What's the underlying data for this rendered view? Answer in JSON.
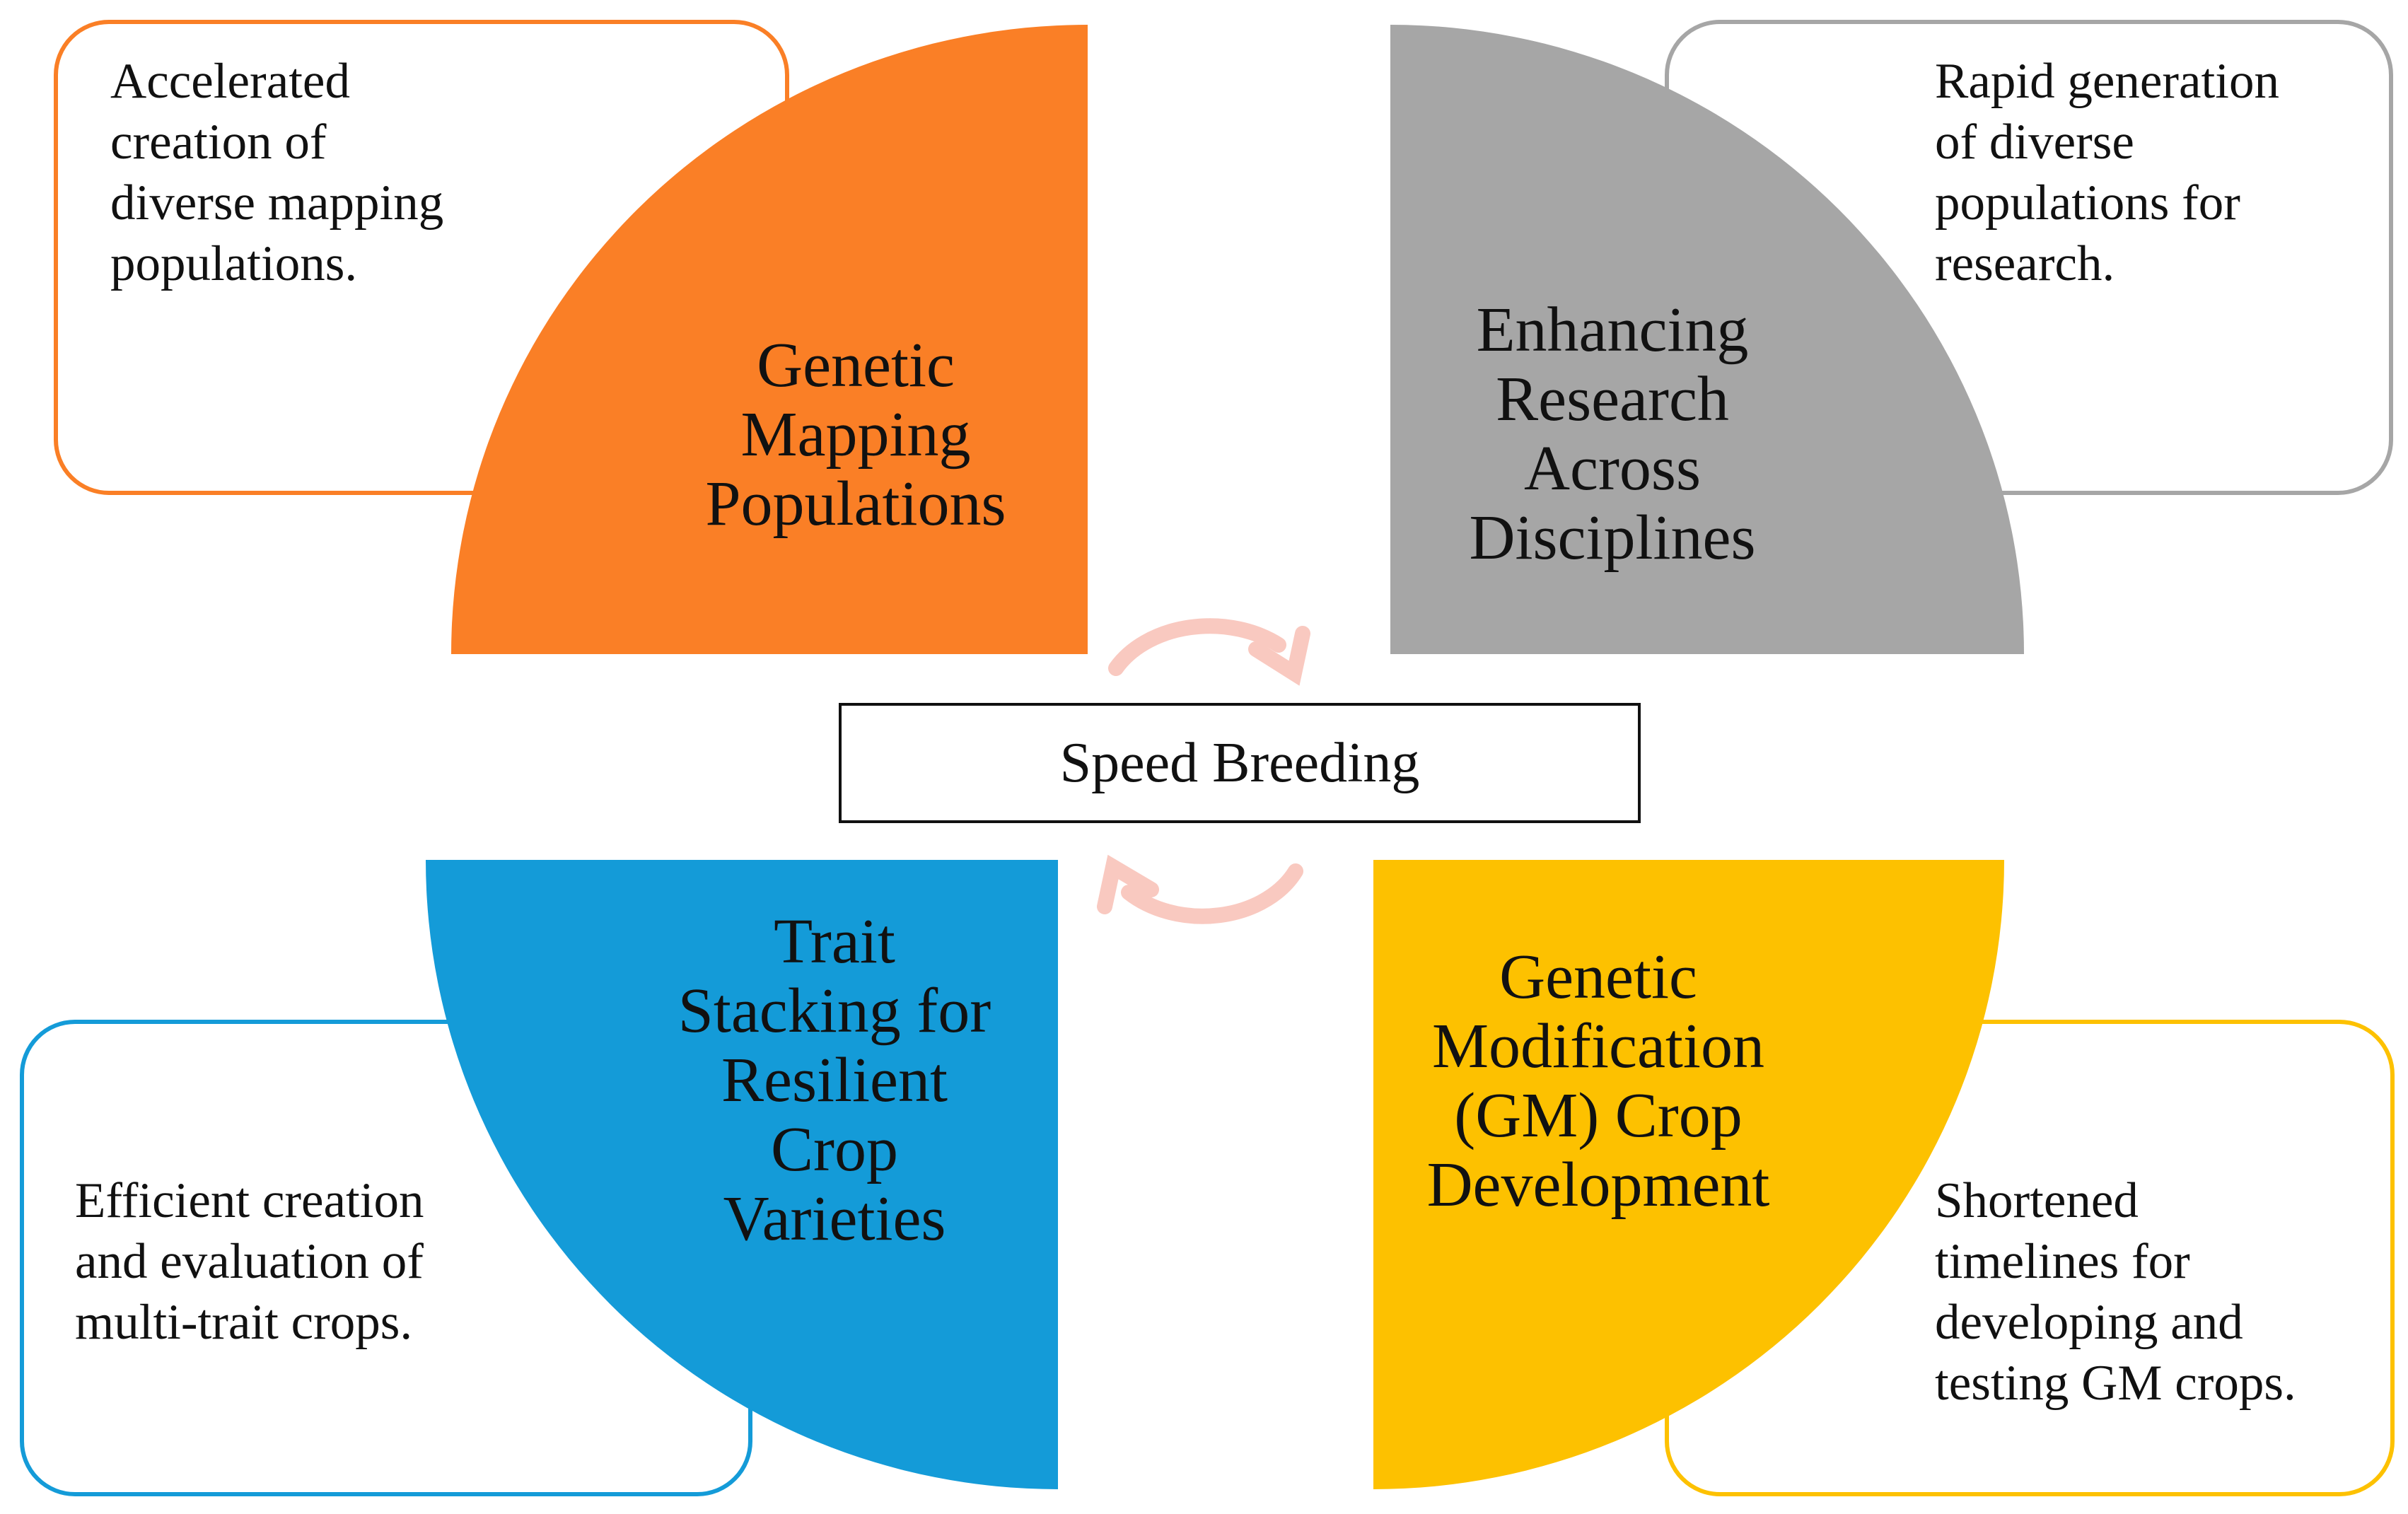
{
  "center": {
    "label": "Speed Breeding"
  },
  "colors": {
    "orange": "#FA7F26",
    "gray": "#A6A6A6",
    "blue": "#149BD8",
    "yellow": "#FDC100",
    "cycle_arrow": "#F9C9C0"
  },
  "quadrants": [
    {
      "id": "top-left",
      "title": "Genetic\nMapping\nPopulations",
      "description": "Accelerated\ncreation of\ndiverse mapping\npopulations."
    },
    {
      "id": "top-right",
      "title": "Enhancing\nResearch\nAcross\nDisciplines",
      "description": "Rapid generation\nof diverse\npopulations for\nresearch."
    },
    {
      "id": "bottom-left",
      "title": "Trait\nStacking for\nResilient\nCrop\nVarieties",
      "description": "Efficient creation\nand evaluation of\nmulti-trait crops."
    },
    {
      "id": "bottom-right",
      "title": "Genetic\nModification\n(GM) Crop\nDevelopment",
      "description": "Shortened\ntimelines for\ndeveloping and\ntesting GM crops."
    }
  ]
}
